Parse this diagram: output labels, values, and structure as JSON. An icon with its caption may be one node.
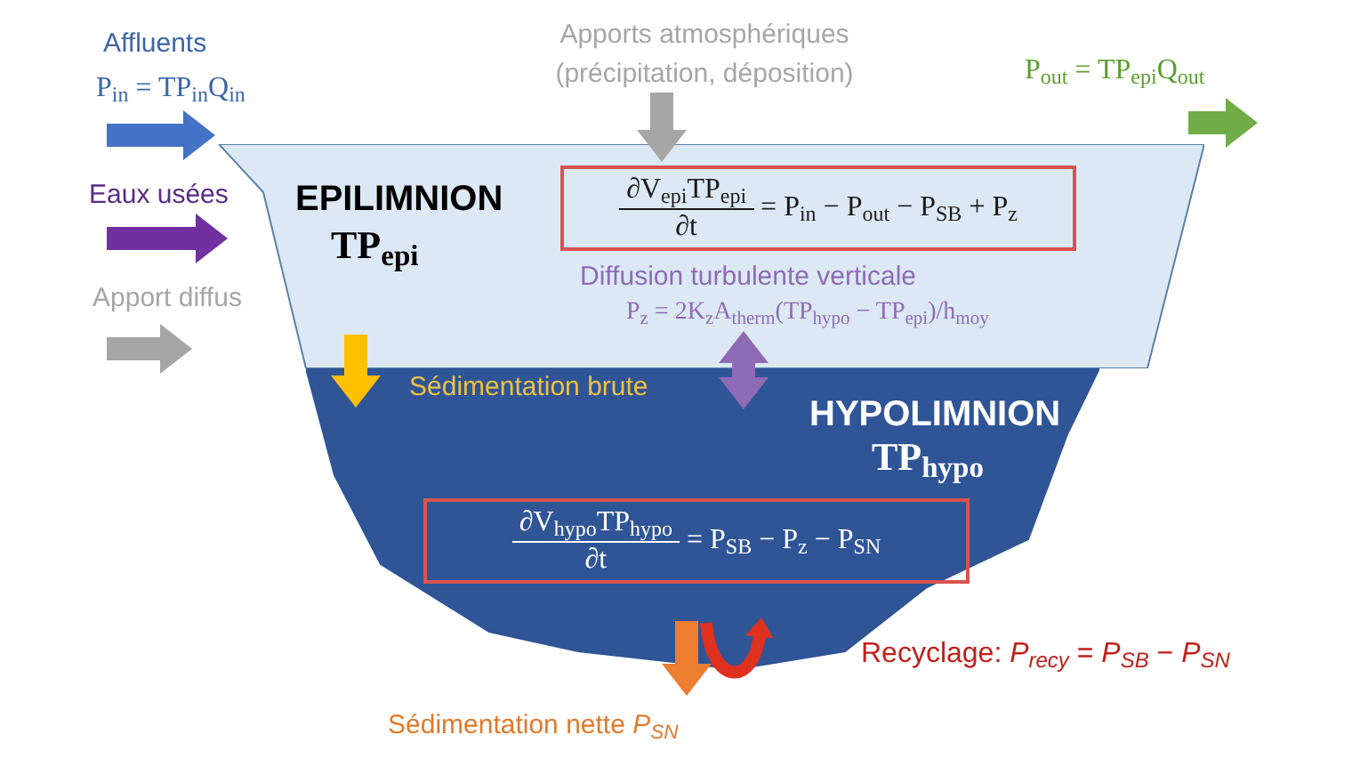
{
  "diagram": {
    "nodes": [
      {
        "text": [
          "EPILIMNION",
          "TP$_{epi}$"
        ]
      },
      {
        "text": [
          "HYPOLIMNION",
          "TP$_{hypo}$"
        ]
      },
      {
        "text": [
          "∂V$_{epi}$TP$_{epi}$",
          "∂t",
          "= P$_{in}$ − P$_{out}$ − P$_{SB}$ + P$_{z}$"
        ],
        "in": 0
      },
      {
        "text": [
          "∂V$_{hypo}$TP$_{hypo}$",
          "∂t",
          "= P$_{SB}$ − P$_{z}$ − P$_{SN}$"
        ],
        "in": 1
      }
    ],
    "labels": [
      "Affluents",
      "P$_{in}$ = TP$_{in}$Q$_{in}$",
      "Apports atmosphériques (précipitation, déposition)",
      "P$_{out}$ = TP$_{epi}$Q$_{out}$",
      "Eaux usées",
      "Diffusion turbulente verticale",
      "Apport diffus",
      "P$_{z}$ = 2K$_{z}$A$_{therm}$(TP$_{hypo}$ − TP$_{epi}$)/h$_{moy}$",
      "Sédimentation brute",
      "Recyclage: *P$_{recy}$* = *P$_{SB}$* − *P$_{SN}$*",
      "Sédimentation nette *P$_{SN}$*"
    ]
  }
}
